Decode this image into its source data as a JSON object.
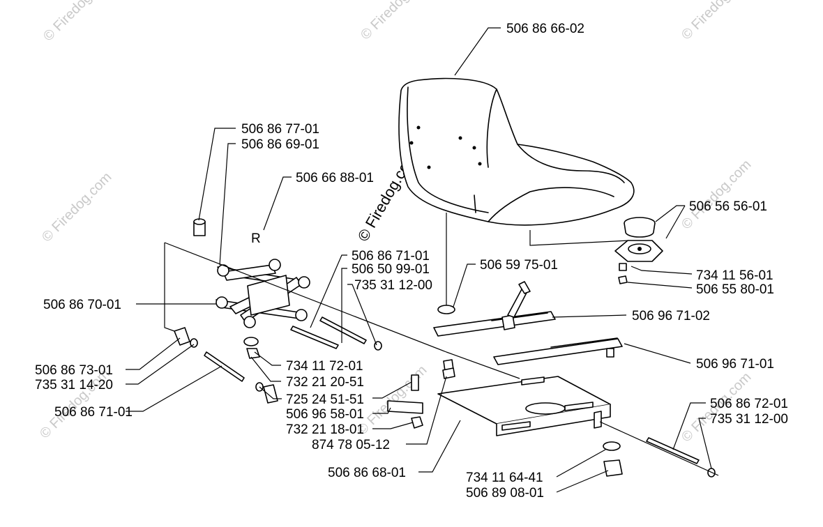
{
  "watermark": {
    "text": "© Firedog.com"
  },
  "diagram": {
    "marker_letter": "R",
    "labels": [
      "506 86 66-02",
      "506 86 77-01",
      "506 86 69-01",
      "506 66 88-01",
      "506 56 56-01",
      "506 86 71-01",
      "506 50 99-01",
      "735 31 12-00",
      "506 59 75-01",
      "734 11 56-01",
      "506 55 80-01",
      "506 86 70-01",
      "506 96 71-02",
      "506 96 71-01",
      "734 11 72-01",
      "506 86 73-01",
      "732 21 20-51",
      "735 31 14-20",
      "725 24 51-51",
      "506 96 58-01",
      "506 86 71-01",
      "732 21 18-01",
      "874 78 05-12",
      "506 86 72-01",
      "735 31 12-00",
      "506 86 68-01",
      "734 11 64-41",
      "506 89 08-01"
    ]
  }
}
